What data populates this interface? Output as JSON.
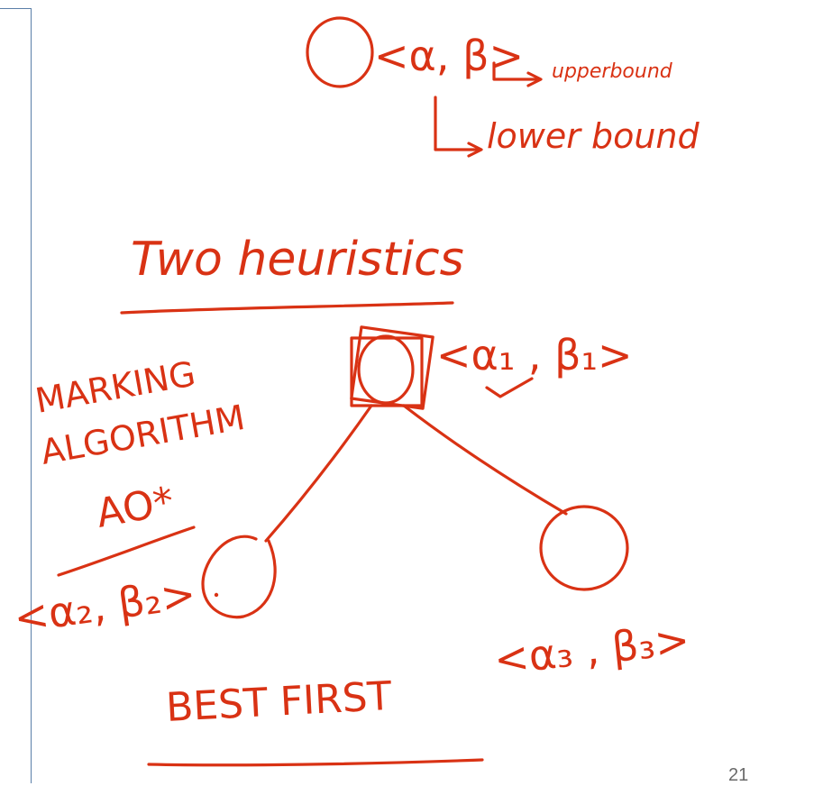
{
  "legend": {
    "tuple": "<α, β>",
    "upper_label": "upperbound",
    "lower_label": "lower bound"
  },
  "heading": "Two heuristics",
  "algorithm_name": [
    "MARKING",
    "ALGORITHM",
    "AO*"
  ],
  "nodes": {
    "root_tuple": "<α₁ , β₁>",
    "left_tuple": "<α₂, β₂>",
    "right_tuple": "<α₃ , β₃>"
  },
  "footer_label": "BEST FIRST",
  "slide_number": "21",
  "colors": {
    "ink": "#d93214",
    "frame": "#5b7fa8"
  }
}
